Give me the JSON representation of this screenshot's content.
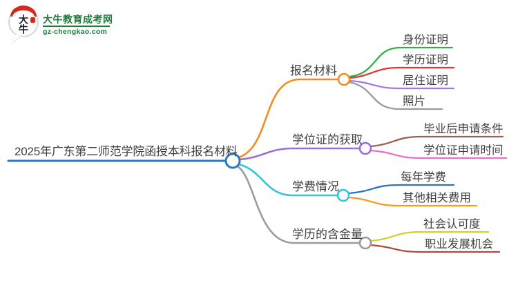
{
  "logo": {
    "bubble_text": "大牛",
    "site_name": "大牛教育成考网",
    "site_url": "gz-chengkao.com",
    "green": "#1f7a3c",
    "red": "#d5281e"
  },
  "central": {
    "label": "2025年广东第二师范学院函授本科报名材料",
    "color": "#2b78c2"
  },
  "branches": [
    {
      "label": "报名材料",
      "color": "#f68b1f",
      "children": [
        {
          "label": "身份证明",
          "color": "#33b044"
        },
        {
          "label": "学历证明",
          "color": "#e43530"
        },
        {
          "label": "居住证明",
          "color": "#a678dd"
        },
        {
          "label": "照片",
          "color": "#9b9b9b"
        }
      ]
    },
    {
      "label": "学位证的获取",
      "color": "#9b6dd6",
      "children": [
        {
          "label": "毕业后申请条件",
          "color": "#9a614e"
        },
        {
          "label": "学位证申请时间",
          "color": "#ec6fc7"
        }
      ]
    },
    {
      "label": "学费情况",
      "color": "#33c5d8",
      "children": [
        {
          "label": "每年学费",
          "color": "#2776bd"
        },
        {
          "label": "其他相关费用",
          "color": "#f59a23"
        }
      ]
    },
    {
      "label": "学历的含金量",
      "color": "#9b9b9b",
      "children": [
        {
          "label": "社会认可度",
          "color": "#ccd32f"
        },
        {
          "label": "职业发展机会",
          "color": "#ad4a3d"
        }
      ]
    }
  ]
}
